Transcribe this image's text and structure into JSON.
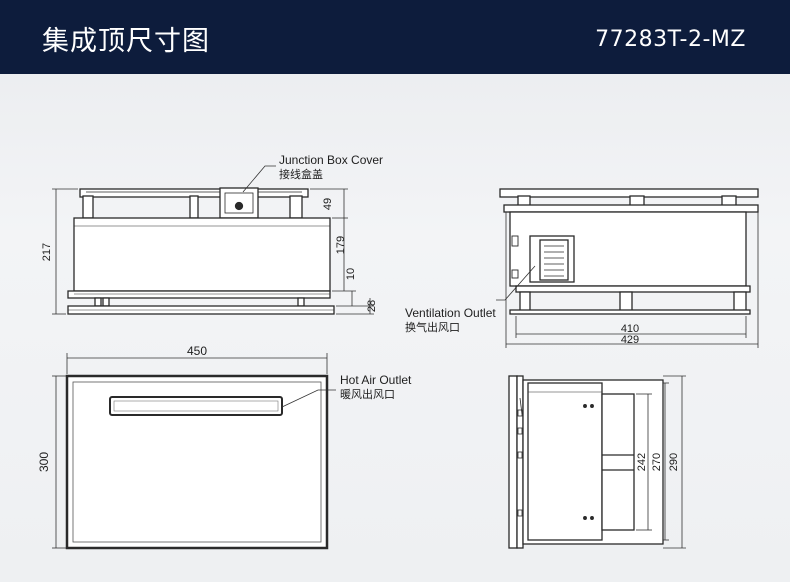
{
  "header": {
    "title": "集成顶尺寸图",
    "model": "77283T-2-MZ"
  },
  "callouts": {
    "junction_box_en": "Junction Box Cover",
    "junction_box_cn": "接线盒盖",
    "ventilation_en": "Ventilation Outlet",
    "ventilation_cn": "换气出风口",
    "hot_air_en": "Hot Air Outlet",
    "hot_air_cn": "暖风出风口"
  },
  "dimensions": {
    "total_height": "217",
    "top_part": "49",
    "body_height": "179",
    "gap": "10",
    "panel_thickness": "28",
    "inner_width": "410",
    "outer_width": "429",
    "panel_width": "450",
    "panel_depth": "300",
    "depth_1": "242",
    "depth_2": "270",
    "depth_3": "290"
  },
  "colors": {
    "header_bg": "#0d1c3c",
    "line": "#2a2a2a"
  }
}
